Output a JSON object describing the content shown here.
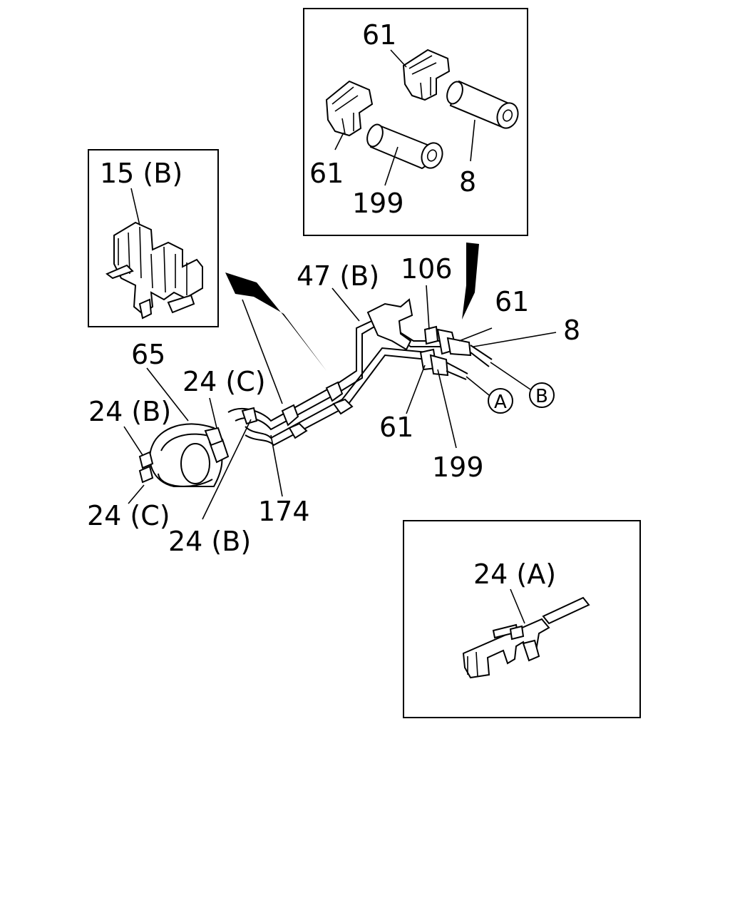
{
  "labels": {
    "inset_top_61a": "61",
    "inset_top_61b": "61",
    "inset_top_199": "199",
    "inset_top_8": "8",
    "inset_left_15b": "15 (B)",
    "main_47b": "47 (B)",
    "main_106": "106",
    "main_61_top": "61",
    "main_8": "8",
    "main_65": "65",
    "main_24c_top": "24 (C)",
    "main_24b_left": "24 (B)",
    "main_61_bottom": "61",
    "main_199": "199",
    "main_174": "174",
    "main_24c_bottom": "24 (C)",
    "main_24b_bottom": "24 (B)",
    "inset_bottom_24a": "24 (A)"
  },
  "callouts": {
    "a": "A",
    "b": "B"
  }
}
